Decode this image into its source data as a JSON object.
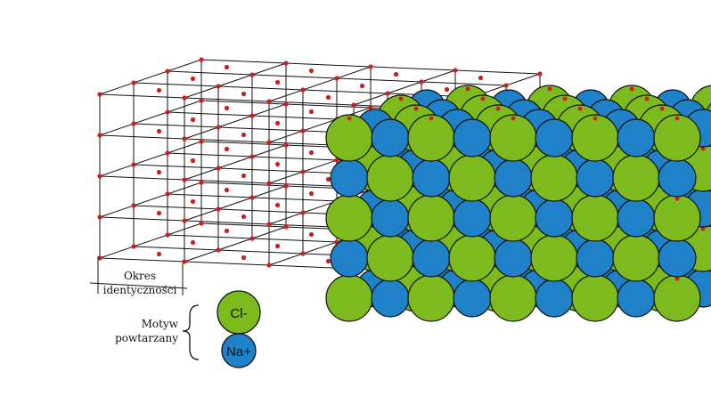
{
  "labels": {
    "period_line1": "Okres",
    "period_line2": "identyczności",
    "motif_line1": "Motyw",
    "motif_line2": "powtarzany",
    "chloride": "Cl-",
    "sodium": "Na+"
  },
  "colors": {
    "chloride": "#7cba1e",
    "sodium": "#1f82c8",
    "lattice_point": "#cc1f1f",
    "line": "#111111",
    "outline": "#111111"
  },
  "lattice": {
    "columns": 4,
    "layers": 5,
    "depth": 3
  },
  "crystal": {
    "columns": 4,
    "rows": 5,
    "depth": 4
  }
}
